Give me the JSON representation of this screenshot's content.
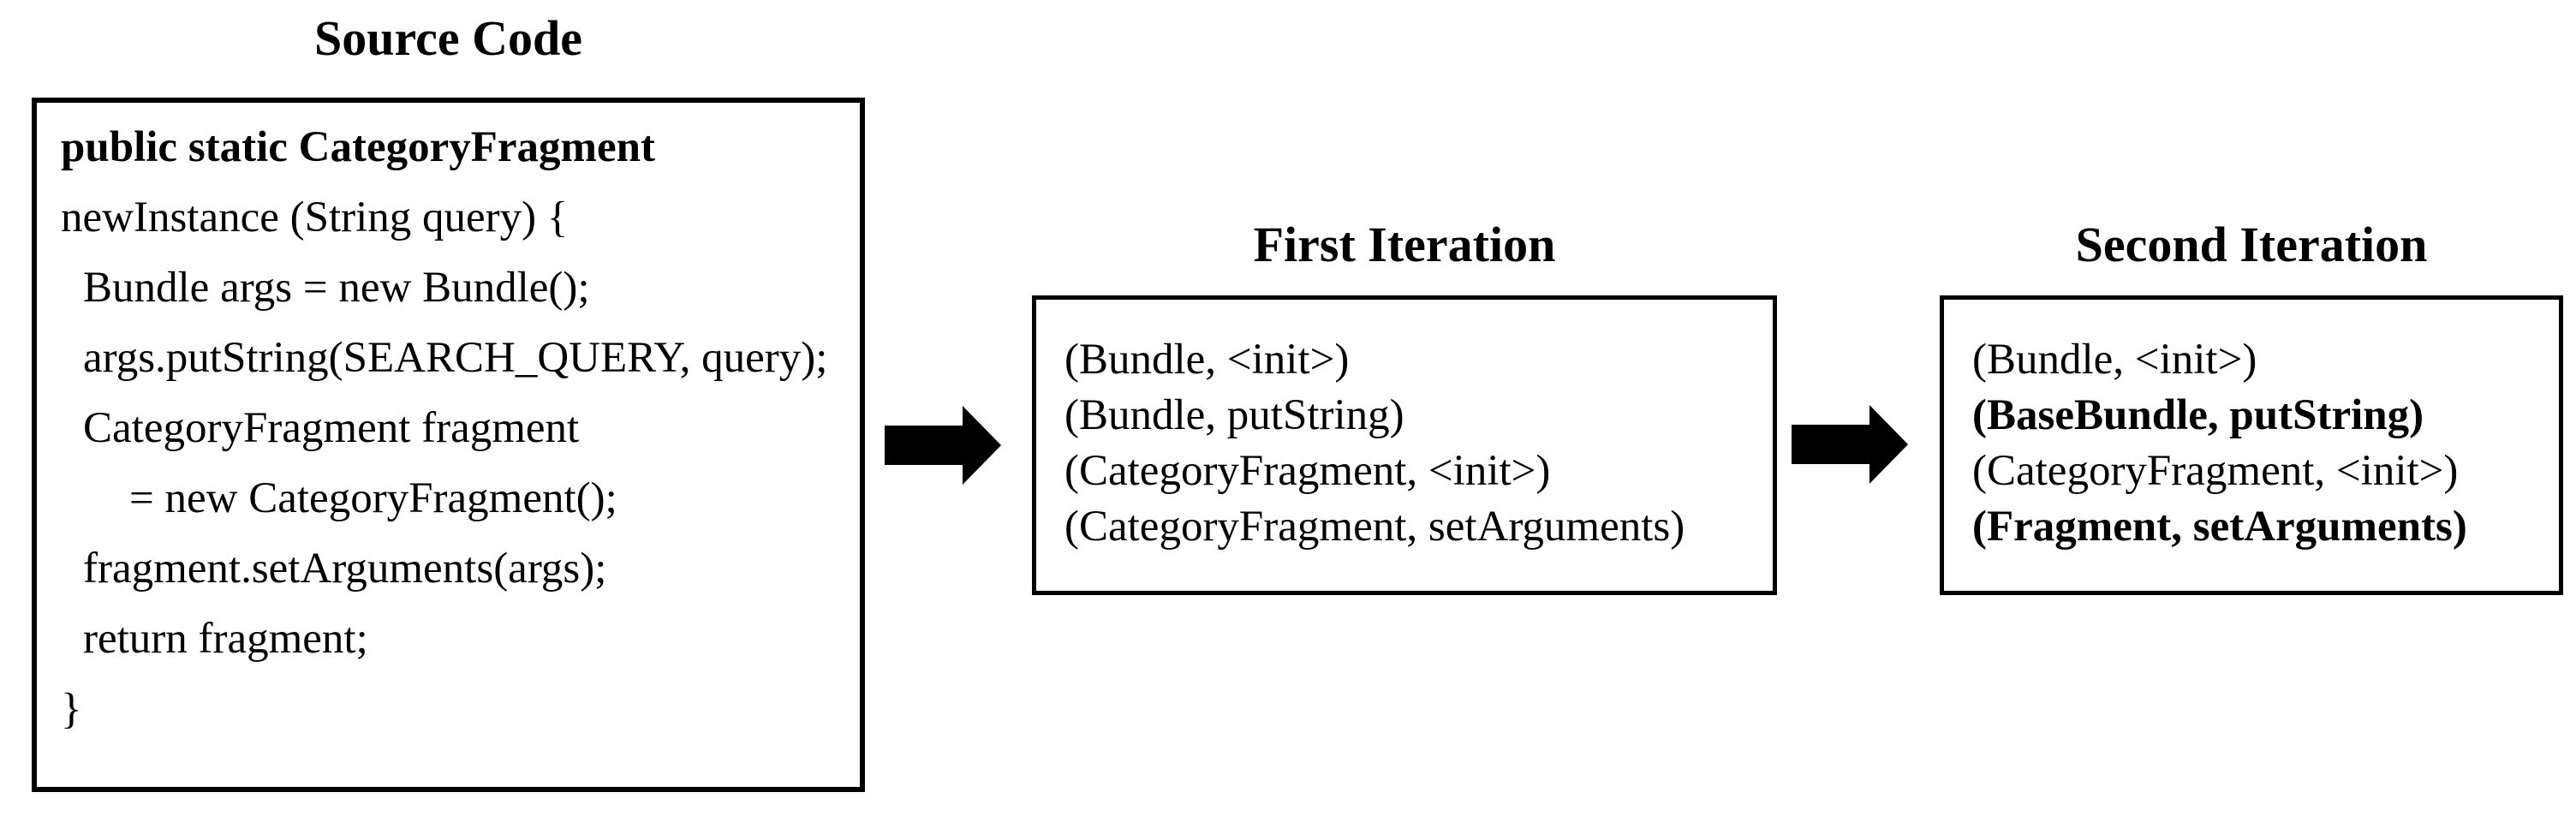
{
  "colors": {
    "background": "#ffffff",
    "text": "#000000",
    "box_border": "#000000",
    "arrow": "#000000"
  },
  "icons": {
    "flow_arrow": "right-arrow"
  },
  "source_code": {
    "title": "Source Code",
    "lines": [
      {
        "text": "public static CategoryFragment",
        "weight": "bold",
        "indent": "0"
      },
      {
        "text": "newInstance (String query) {",
        "weight": "normal",
        "indent": "0"
      },
      {
        "text": "Bundle args = new Bundle();",
        "weight": "normal",
        "indent": "1"
      },
      {
        "text": "args.putString(SEARCH_QUERY, query);",
        "weight": "normal",
        "indent": "1"
      },
      {
        "text": "CategoryFragment fragment",
        "weight": "normal",
        "indent": "1"
      },
      {
        "text": "= new CategoryFragment();",
        "weight": "normal",
        "indent": "2"
      },
      {
        "text": "fragment.setArguments(args);",
        "weight": "normal",
        "indent": "1"
      },
      {
        "text": "return fragment;",
        "weight": "normal",
        "indent": "1"
      },
      {
        "text": "}",
        "weight": "normal",
        "indent": "0"
      }
    ]
  },
  "first_iteration": {
    "title": "First Iteration",
    "tuples": [
      {
        "text": "(Bundle, <init>)",
        "weight": "normal"
      },
      {
        "text": "(Bundle, putString)",
        "weight": "normal"
      },
      {
        "text": "(CategoryFragment, <init>)",
        "weight": "normal"
      },
      {
        "text": "(CategoryFragment, setArguments)",
        "weight": "normal"
      }
    ]
  },
  "second_iteration": {
    "title": "Second Iteration",
    "tuples": [
      {
        "text": "(Bundle, <init>)",
        "weight": "normal"
      },
      {
        "text": "(BaseBundle, putString)",
        "weight": "bold"
      },
      {
        "text": "(CategoryFragment, <init>)",
        "weight": "normal"
      },
      {
        "text": "(Fragment, setArguments)",
        "weight": "bold"
      }
    ]
  }
}
